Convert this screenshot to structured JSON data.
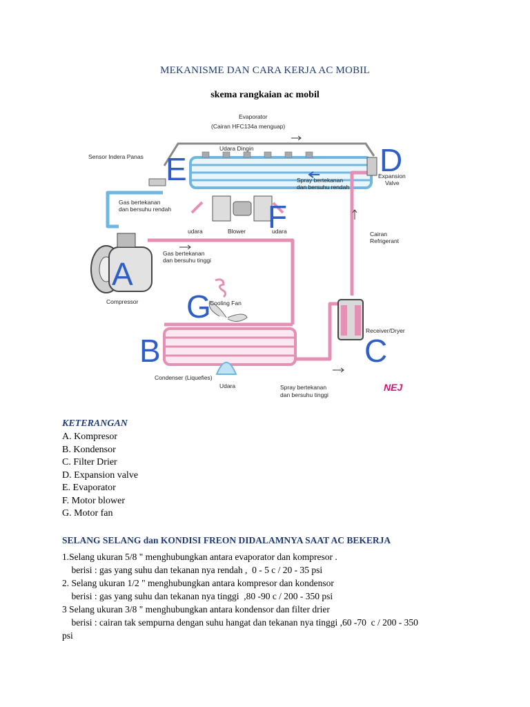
{
  "page": {
    "title": "MEKANISME DAN CARA KERJA AC MOBIL",
    "subtitle": "skema rangkaian ac mobil"
  },
  "diagram": {
    "labels": {
      "evaporator": "Evaporator",
      "evaporator_note": "(Cairan HFC134a menguap)",
      "udara_dingin": "Udara Dingin",
      "sensor": "Sensor Indera Panas",
      "spray_low_1": "Spray bertekanan",
      "spray_low_2": "dan bersuhu rendah",
      "gas_low_1": "Gas bertekanan",
      "gas_low_2": "dan bersuhu rendah",
      "udara_left": "udara",
      "blower": "Blower",
      "udara_right": "udara",
      "expansion_1": "Expansion",
      "expansion_2": "Valve",
      "cairan_1": "Cairan",
      "cairan_2": "Refrigerant",
      "gas_high_1": "Gas bertekanan",
      "gas_high_2": "dan bersuhu tinggi",
      "compressor": "Compressor",
      "cooling_fan": "Cooling Fan",
      "receiver": "Receiver/Dryer",
      "condenser": "Condenser (Liquefies)",
      "udara_bottom": "Udara",
      "spray_high_1": "Spray bertekanan",
      "spray_high_2": "dan bersuhu tinggi",
      "logo": "NEJ"
    },
    "letters": {
      "a": "A",
      "b": "B",
      "c": "C",
      "d": "D",
      "e": "E",
      "f": "F",
      "g": "G"
    },
    "colors": {
      "low_pressure_line": "#6fb7e0",
      "high_pressure_line": "#e48fb4",
      "letters": "#2f5fc4",
      "logo": "#d4147a"
    }
  },
  "keterangan": {
    "heading": "KETERANGAN",
    "items": [
      "A. Kompresor",
      "B. Kondensor",
      "C. Filter Drier",
      "D. Expansion valve",
      "E. Evaporator",
      "F. Motor blower",
      "G. Motor fan"
    ]
  },
  "selang": {
    "heading": "SELANG SELANG dan KONDISI FREON DIDALAMNYA SAAT AC BEKERJA",
    "lines": [
      "1.Selang ukuran 5/8 \" menghubungkan antara evaporator dan kompresor .",
      "    berisi : gas yang suhu dan tekanan nya rendah ,  0 - 5 c / 20 - 35 psi",
      "2. Selang ukuran 1/2 \" menghubungkan antara kompresor dan kondensor",
      "    berisi : gas yang suhu dan tekanan nya tinggi  ,80 -90 c / 200 - 350 psi",
      "3 Selang ukuran 3/8 \" menghubungkan antara kondensor dan filter drier",
      "    berisi : cairan tak sempurna dengan suhu hangat dan tekanan nya tinggi ,60 -70  c / 200 - 350",
      "psi"
    ]
  }
}
